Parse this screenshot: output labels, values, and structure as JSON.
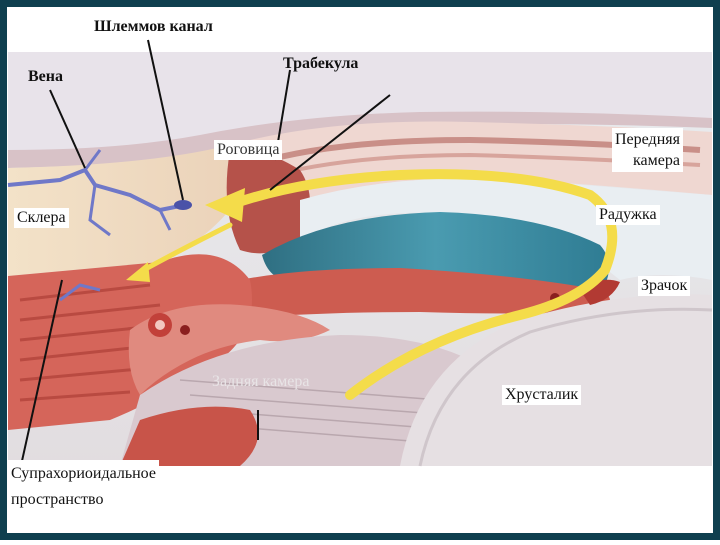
{
  "labels": {
    "schlemm": "Шлеммов канал",
    "trabecula": "Трабекула",
    "vein": "Вена",
    "cornea": "Роговица",
    "anterior_chamber_1": "Передняя",
    "anterior_chamber_2": "камера",
    "sclera": "Склера",
    "iris": "Радужка",
    "pupil": "Зрачок",
    "posterior_chamber": "Задняя камера",
    "lens": "Хрусталик",
    "suprachoroid_1": "Супрахориоидальное",
    "suprachoroid_2": "пространство"
  },
  "colors": {
    "frame": "#0f3f4f",
    "sclera": "#f0dcc0",
    "cornea": "#efd6d0",
    "muscle": "#d5655a",
    "iris_blue": "#3d8a9e",
    "iris_red": "#c9574c",
    "lens": "#e6e0e3",
    "arrow": "#f4dc4a",
    "vein": "#6f78c8"
  }
}
